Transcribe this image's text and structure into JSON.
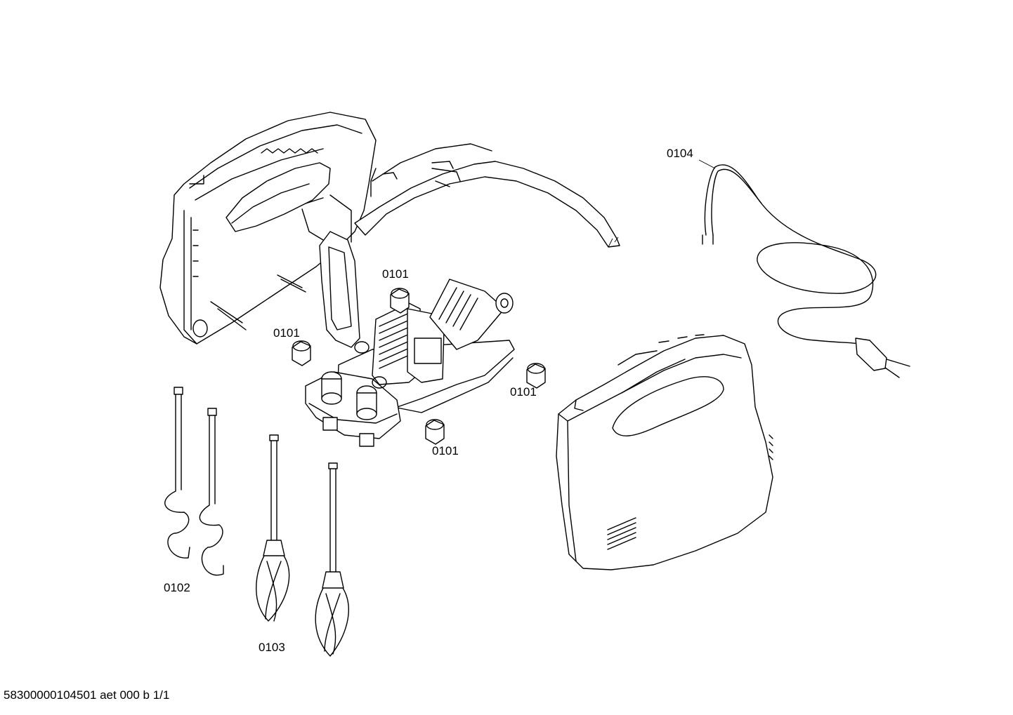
{
  "labels": {
    "part_0101_a": "0101",
    "part_0101_b": "0101",
    "part_0101_c": "0101",
    "part_0101_d": "0101",
    "part_0102": "0102",
    "part_0103": "0103",
    "part_0104": "0104"
  },
  "footer": {
    "document_id": "58300000104501 aet 000 b 1/1"
  }
}
